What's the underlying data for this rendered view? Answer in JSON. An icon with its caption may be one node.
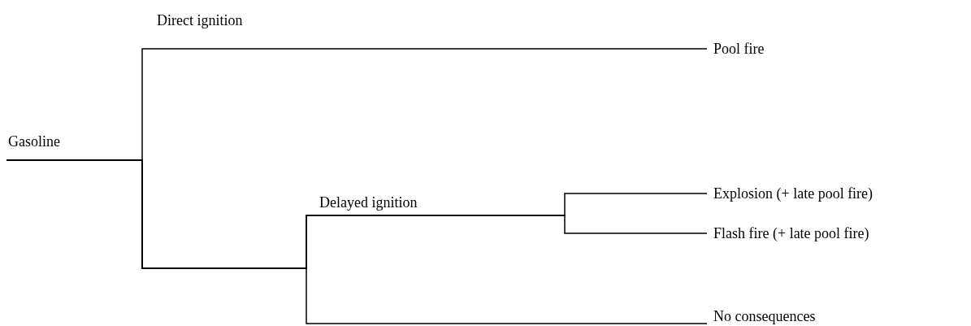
{
  "diagram": {
    "nodes": [
      {
        "text": [
          "Gasoline"
        ]
      },
      {
        "text": [
          "Pool fire"
        ]
      },
      {
        "text": [
          "Explosion (+ late pool fire)"
        ]
      },
      {
        "text": [
          "Flash fire (+ late pool fire)"
        ]
      },
      {
        "text": [
          "No consequences"
        ]
      }
    ],
    "edges": [
      {
        "from": 0,
        "to": 1,
        "arrow": "none"
      },
      {
        "from": 0,
        "to": 2,
        "arrow": "none"
      },
      {
        "from": 0,
        "to": 3,
        "arrow": "none"
      },
      {
        "from": 0,
        "to": 4,
        "arrow": "none"
      }
    ],
    "labels": [
      "Direct ignition",
      "Delayed ignition"
    ]
  }
}
